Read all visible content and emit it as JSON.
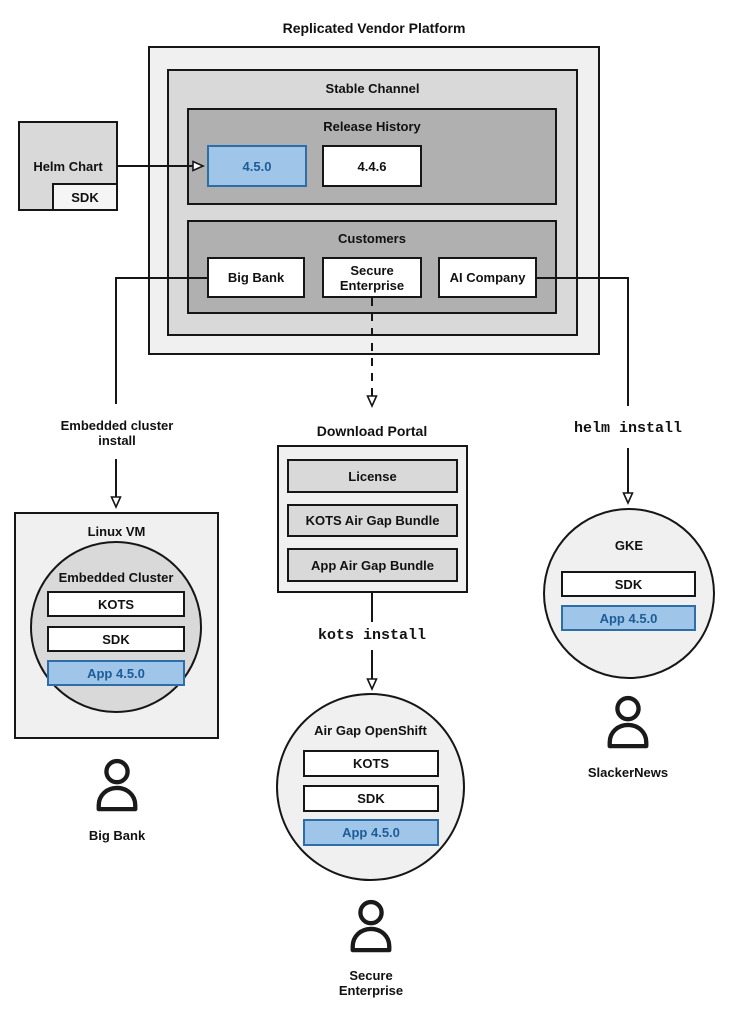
{
  "title": "Replicated Vendor Platform",
  "colors": {
    "line": "#161616",
    "outer_fill": "#f0f0f0",
    "mid_fill": "#d9d9d9",
    "inner_fill": "#b0b0b0",
    "white_fill": "#ffffff",
    "sdk_fill": "#f5f5f5",
    "highlight_fill": "#9fc5e8",
    "highlight_border": "#2d6da8",
    "highlight_text": "#1d5c99"
  },
  "vendor_platform": {
    "stable_channel": {
      "label": "Stable Channel",
      "release_history": {
        "label": "Release History",
        "releases": [
          "4.5.0",
          "4.4.6"
        ]
      },
      "customers": {
        "label": "Customers",
        "items": [
          "Big Bank",
          "Secure Enterprise",
          "AI Company"
        ]
      }
    }
  },
  "helm_chart": {
    "label": "Helm Chart",
    "sdk": "SDK"
  },
  "edges": {
    "embedded_install": "Embedded cluster install",
    "kots_install": "kots install",
    "helm_install": "helm install"
  },
  "download_portal": {
    "label": "Download Portal",
    "items": [
      "License",
      "KOTS Air Gap Bundle",
      "App Air Gap Bundle"
    ]
  },
  "linux_vm": {
    "label": "Linux VM",
    "cluster": {
      "label": "Embedded Cluster",
      "components": [
        "KOTS",
        "SDK",
        "App 4.5.0"
      ]
    },
    "user": "Big Bank"
  },
  "openshift": {
    "label": "Air Gap OpenShift",
    "components": [
      "KOTS",
      "SDK",
      "App 4.5.0"
    ],
    "user": "Secure Enterprise"
  },
  "gke": {
    "label": "GKE",
    "components": [
      "SDK",
      "App 4.5.0"
    ],
    "user": "SlackerNews"
  }
}
